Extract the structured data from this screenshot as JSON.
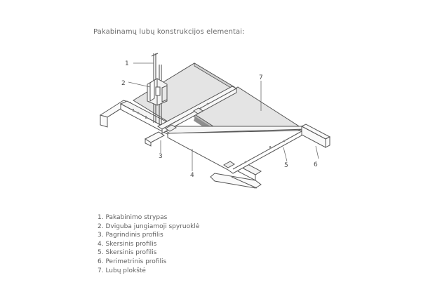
{
  "heading": "Pakabinamų lubų konstrukcijos elementai:",
  "callouts": [
    "1",
    "2",
    "3",
    "4",
    "5",
    "6",
    "7"
  ],
  "legend": [
    "1. Pakabinimo strypas",
    "2. Dviguba jungiamoji spyruoklė",
    "3. Pagrindinis profilis",
    "4. Skersinis profilis",
    "5. Skersinis profilis",
    "6. Perimetrinis profilis",
    "7. Lubų plokštė"
  ],
  "colors": {
    "stroke": "#555555",
    "panel": "#e2e2e2",
    "panel_edge": "#d0d0d0",
    "text": "#5f5f5f"
  }
}
